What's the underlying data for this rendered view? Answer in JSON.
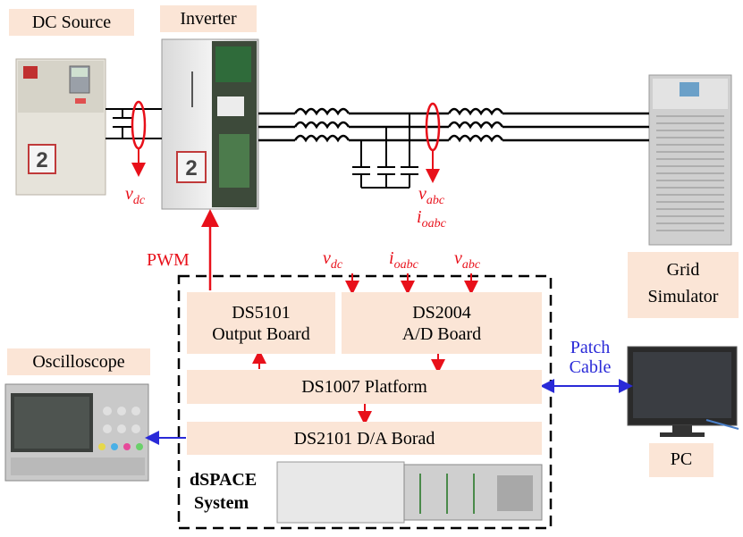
{
  "labels": {
    "dc_source": "DC Source",
    "inverter": "Inverter",
    "grid_simulator_line1": "Grid",
    "grid_simulator_line2": "Simulator",
    "oscilloscope": "Oscilloscope",
    "pc": "PC"
  },
  "signals": {
    "vdc_main": {
      "base": "v",
      "sub": "dc"
    },
    "vabc_main": {
      "base": "v",
      "sub": "abc"
    },
    "ioabc_main": {
      "base": "i",
      "sub": "oabc"
    },
    "pwm": "PWM",
    "vdc_in": {
      "base": "v",
      "sub": "dc"
    },
    "ioabc_in": {
      "base": "i",
      "sub": "oabc"
    },
    "vabc_in": {
      "base": "v",
      "sub": "abc"
    }
  },
  "dspace": {
    "ds5101_line1": "DS5101",
    "ds5101_line2": "Output Board",
    "ds2004_line1": "DS2004",
    "ds2004_line2": "A/D Board",
    "ds1007": "DS1007 Platform",
    "ds2101": "DS2101 D/A Borad",
    "system_line1": "dSPACE",
    "system_line2": "System"
  },
  "patch_cable": {
    "line1": "Patch",
    "line2": "Cable"
  },
  "colors": {
    "block_fill": "#fbe5d6",
    "signal_red": "#e8101a",
    "link_blue": "#2a2ad8",
    "wire": "#000000"
  }
}
